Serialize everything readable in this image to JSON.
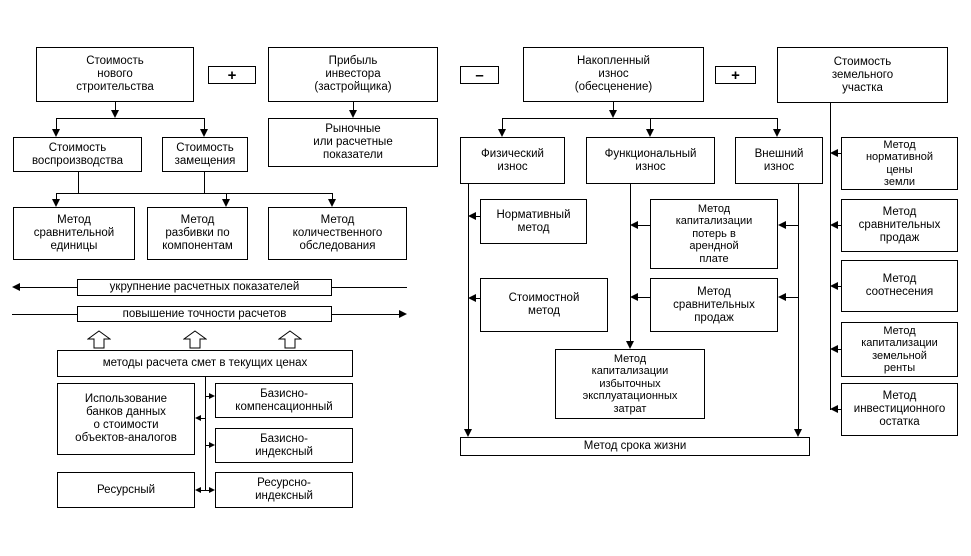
{
  "colors": {
    "line": "#000000",
    "box_border": "#000000",
    "box_fill": "#ffffff",
    "page_bg": "#ffffff",
    "text": "#000000"
  },
  "operators": {
    "plus_1": "+",
    "minus_1": "–",
    "plus_2": "+"
  },
  "nodes": {
    "cost_new": "Стоимость\nнового\nстроительства",
    "profit": "Прибыль\nинвестора\n(застройщика)",
    "accum_wear": "Накопленный\nизнос\n(обесценение)",
    "land_cost": "Стоимость\nземельного\nучастка",
    "market": "Рыночные\nили расчетные\nпоказатели",
    "reproduction": "Стоимость\nвоспроизводства",
    "replacement": "Стоимость\nзамещения",
    "physical_wear": "Физический\nизнос",
    "functional_wear": "Функциональный\nизнос",
    "external_wear": "Внешний\nизнос",
    "norm_land_price": "Метод\nнормативной\nцены\nземли",
    "comparative_unit": "Метод\nсравнительной\nединицы",
    "breakdown_components": "Метод\nразбивки по\nкомпонентам",
    "quantitative_survey": "Метод\nколичественного\nобследования",
    "normative_method": "Нормативный\nметод",
    "cap_rent_losses": "Метод\nкапитализации\nпотерь в\nарендной\nплате",
    "comp_sales_land": "Метод\nсравнительных\nпродаж",
    "ratio_method": "Метод\nсоотнесения",
    "bar_enlargement": "укрупнение расчетных показателей",
    "bar_precision": "повышение точности расчетов",
    "cost_method": "Стоимостной\nметод",
    "comp_sales_wear": "Метод\nсравнительных\nпродаж",
    "land_rent_cap": "Метод\nкапитализации\nземельной\nренты",
    "methods_current_prices": "методы расчета смет в текущих ценах",
    "excess_costs_cap": "Метод\nкапитализации\nизбыточных\nэксплуатационных\nзатрат",
    "databank_usage": "Использование\nбанков данных\nо стоимости\nобъектов-аналогов",
    "basis_compensation": "Базисно-\nкомпенсационный",
    "invest_residual": "Метод\nинвестиционного\nостатка",
    "basis_index": "Базисно-\nиндексный",
    "lifetime_method": "Метод срока жизни",
    "resource_method": "Ресурсный",
    "resource_index": "Ресурсно-\nиндексный"
  }
}
